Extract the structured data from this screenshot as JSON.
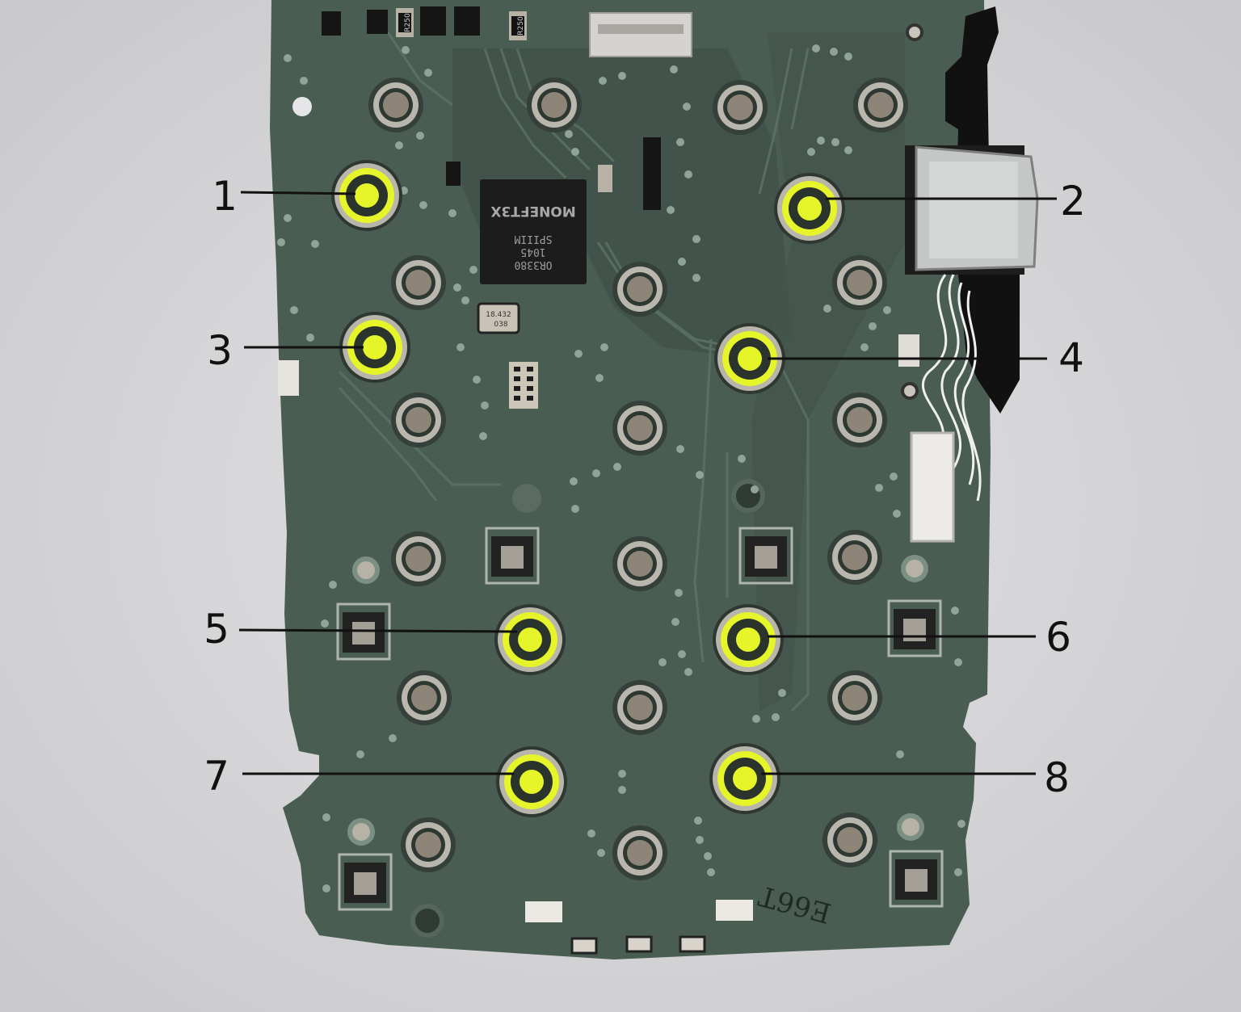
{
  "colors": {
    "background": "#d8d8da",
    "pcb": "#4a5d53",
    "pcb_dark": "#3d4f46",
    "pad_ring": "#b9b6ad",
    "pad_center": "#8d8678",
    "highlight": "#e6f52a",
    "callout_line": "#111111",
    "chip": "#1a1a1a"
  },
  "chip": {
    "line1": "OR3380",
    "line2": "1045",
    "line3": "SPIIIM",
    "line4": "MONEFT3X"
  },
  "crystal": {
    "line1": "18.432",
    "line2": "038"
  },
  "resistors": [
    "R250",
    "R250"
  ],
  "board_marking": "E66T",
  "callouts": [
    "1",
    "2",
    "3",
    "4",
    "5",
    "6",
    "7",
    "8"
  ]
}
